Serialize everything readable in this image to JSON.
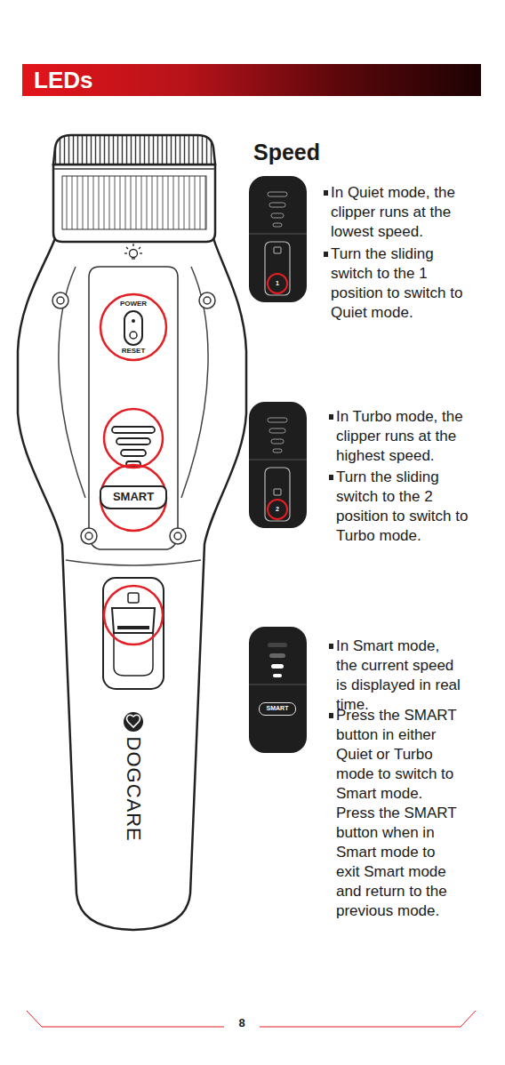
{
  "diagram": {
    "title": "LEDs",
    "nodes": [
      {
        "text": [
          "SMART"
        ]
      },
      {
        "text": [
          "SMART"
        ]
      }
    ],
    "labels": [
      "POWER",
      "RESET",
      "DOGCARE",
      "Speed",
      "1",
      "In Quiet mode, the clipper runs at the lowest speed.",
      "Turn the sliding switch to the 1 position to switch to Quiet mode.",
      "2",
      "In Turbo mode, the clipper runs at the highest speed.",
      "Turn the sliding switch to the 2 position to switch to Turbo mode.",
      "In Smart mode, the current speed is displayed in real time.",
      "Press the SMART button in either Quiet or Turbo mode to switch to Smart mode. Press the SMART button when in Smart mode to exit Smart mode and return to the previous mode.",
      "8"
    ]
  }
}
